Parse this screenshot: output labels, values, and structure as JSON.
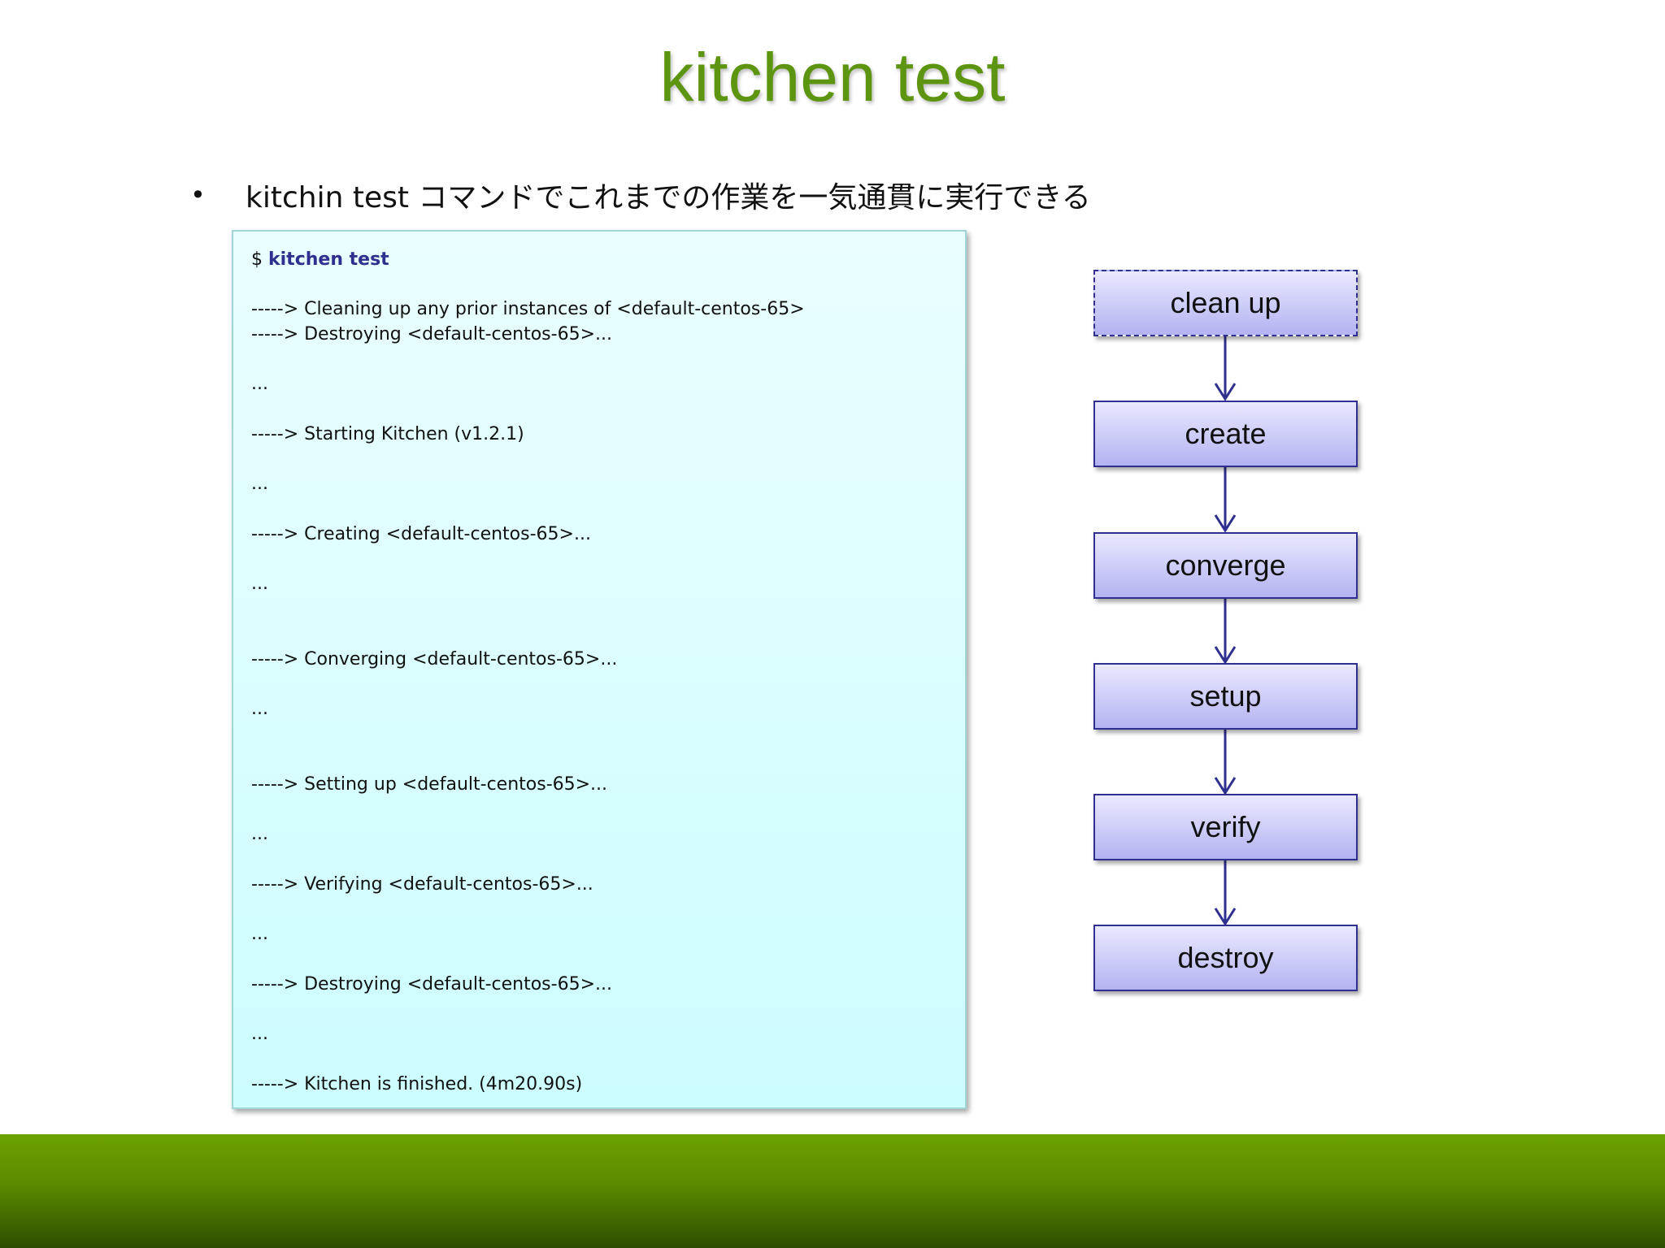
{
  "slide": {
    "title": "kitchen test",
    "bullet": "kitchin test コマンドでこれまでの作業を一気通貫に実行できる",
    "bullet_marker": "•"
  },
  "terminal": {
    "prompt_symbol": "$ ",
    "command": "kitchen test",
    "lines": [
      "-----> Cleaning up any prior instances of <default-centos-65>",
      "-----> Destroying <default-centos-65>...",
      "...",
      "-----> Starting Kitchen (v1.2.1)",
      "...",
      "-----> Creating <default-centos-65>...",
      "...",
      "-----> Converging <default-centos-65>...",
      "...",
      "-----> Setting up <default-centos-65>...",
      "...",
      "-----> Verifying <default-centos-65>...",
      "...",
      "-----> Destroying <default-centos-65>...",
      "...",
      "-----> Kitchen is finished. (4m20.90s)"
    ]
  },
  "flow": {
    "steps": [
      "clean up",
      "create",
      "converge",
      "setup",
      "verify",
      "destroy"
    ],
    "first_step_dashed": true
  },
  "colors": {
    "title": "#5d9410",
    "terminal_command": "#2e2f8f",
    "box_border": "#2e2f8f",
    "arrow": "#2e2f8f",
    "band": "#5a8a00"
  }
}
